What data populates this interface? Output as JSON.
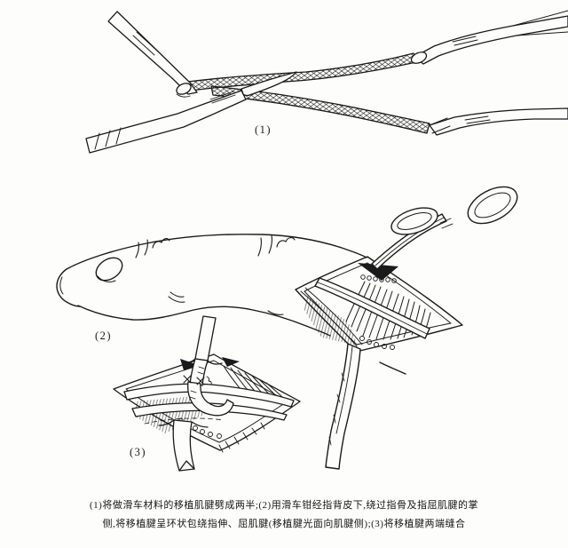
{
  "figure": {
    "panel_labels": [
      "(1)",
      "(2)",
      "(3)"
    ],
    "caption_line1": "(1)将做滑车材料的移植肌腱劈成两半;(2)用滑车钳经指背皮下,绕过指骨及指屈肌腱的掌",
    "caption_line2": "侧,将移植腱呈环状包绕指伸、屈肌腱(移植腱光面向肌腱侧);(3)将移植腱两端缝合"
  },
  "colors": {
    "paper": "#fdfdfc",
    "ink": "#1a1a1a"
  }
}
